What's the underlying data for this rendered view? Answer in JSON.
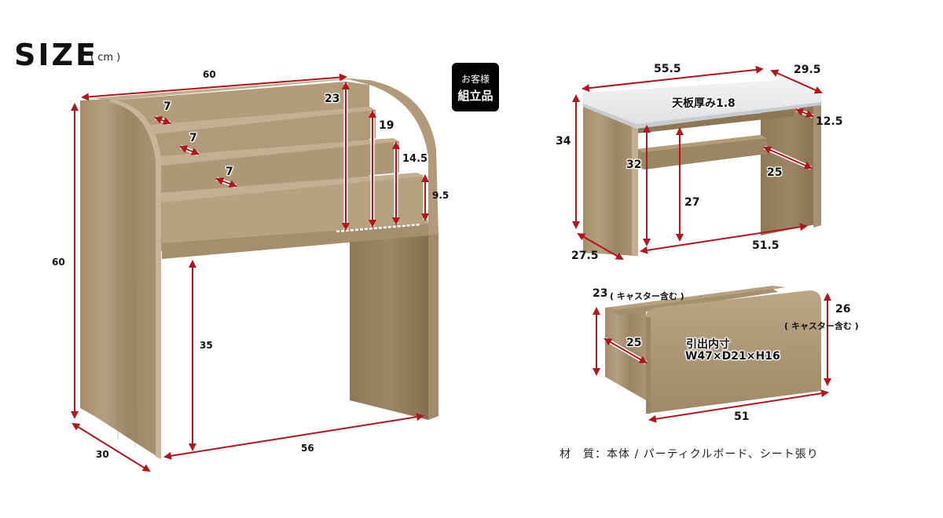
{
  "header": {
    "title": "SIZE",
    "unit": "( cm )"
  },
  "badge": {
    "line1": "お客様",
    "line2": "組立品"
  },
  "colors": {
    "arrow": "#b0161e",
    "wood_light": "#b8a283",
    "wood_mid": "#a18a6a",
    "wood_dark": "#8c7656",
    "top_white": "#eceeef",
    "badge_bg": "#000000"
  },
  "bookshelf": {
    "width_top": "60",
    "height_total": "60",
    "depth": "30",
    "inner_width": "56",
    "leg_clearance": "35",
    "slot_depths": [
      "7",
      "7",
      "7"
    ],
    "slot_heights": [
      "23",
      "19",
      "14.5",
      "9.5"
    ]
  },
  "desk": {
    "width": "55.5",
    "depth": "29.5",
    "height": "34",
    "top_thickness_label": "天板厚み1.8",
    "side_depth_top": "12.5",
    "inner_height": "32",
    "crossbar_depth": "25",
    "crossbar_height": "27",
    "inner_width": "51.5",
    "leg_depth": "27.5"
  },
  "drawer": {
    "left_height": "23",
    "left_height_note": "( キャスター含む )",
    "right_height": "26",
    "right_height_note": "( キャスター含む )",
    "depth": "25",
    "width": "51",
    "inner_label": "引出内寸",
    "inner_dims": "W47×D21×H16"
  },
  "material": "材　質：本体 / パーティクルボード、シート張り"
}
